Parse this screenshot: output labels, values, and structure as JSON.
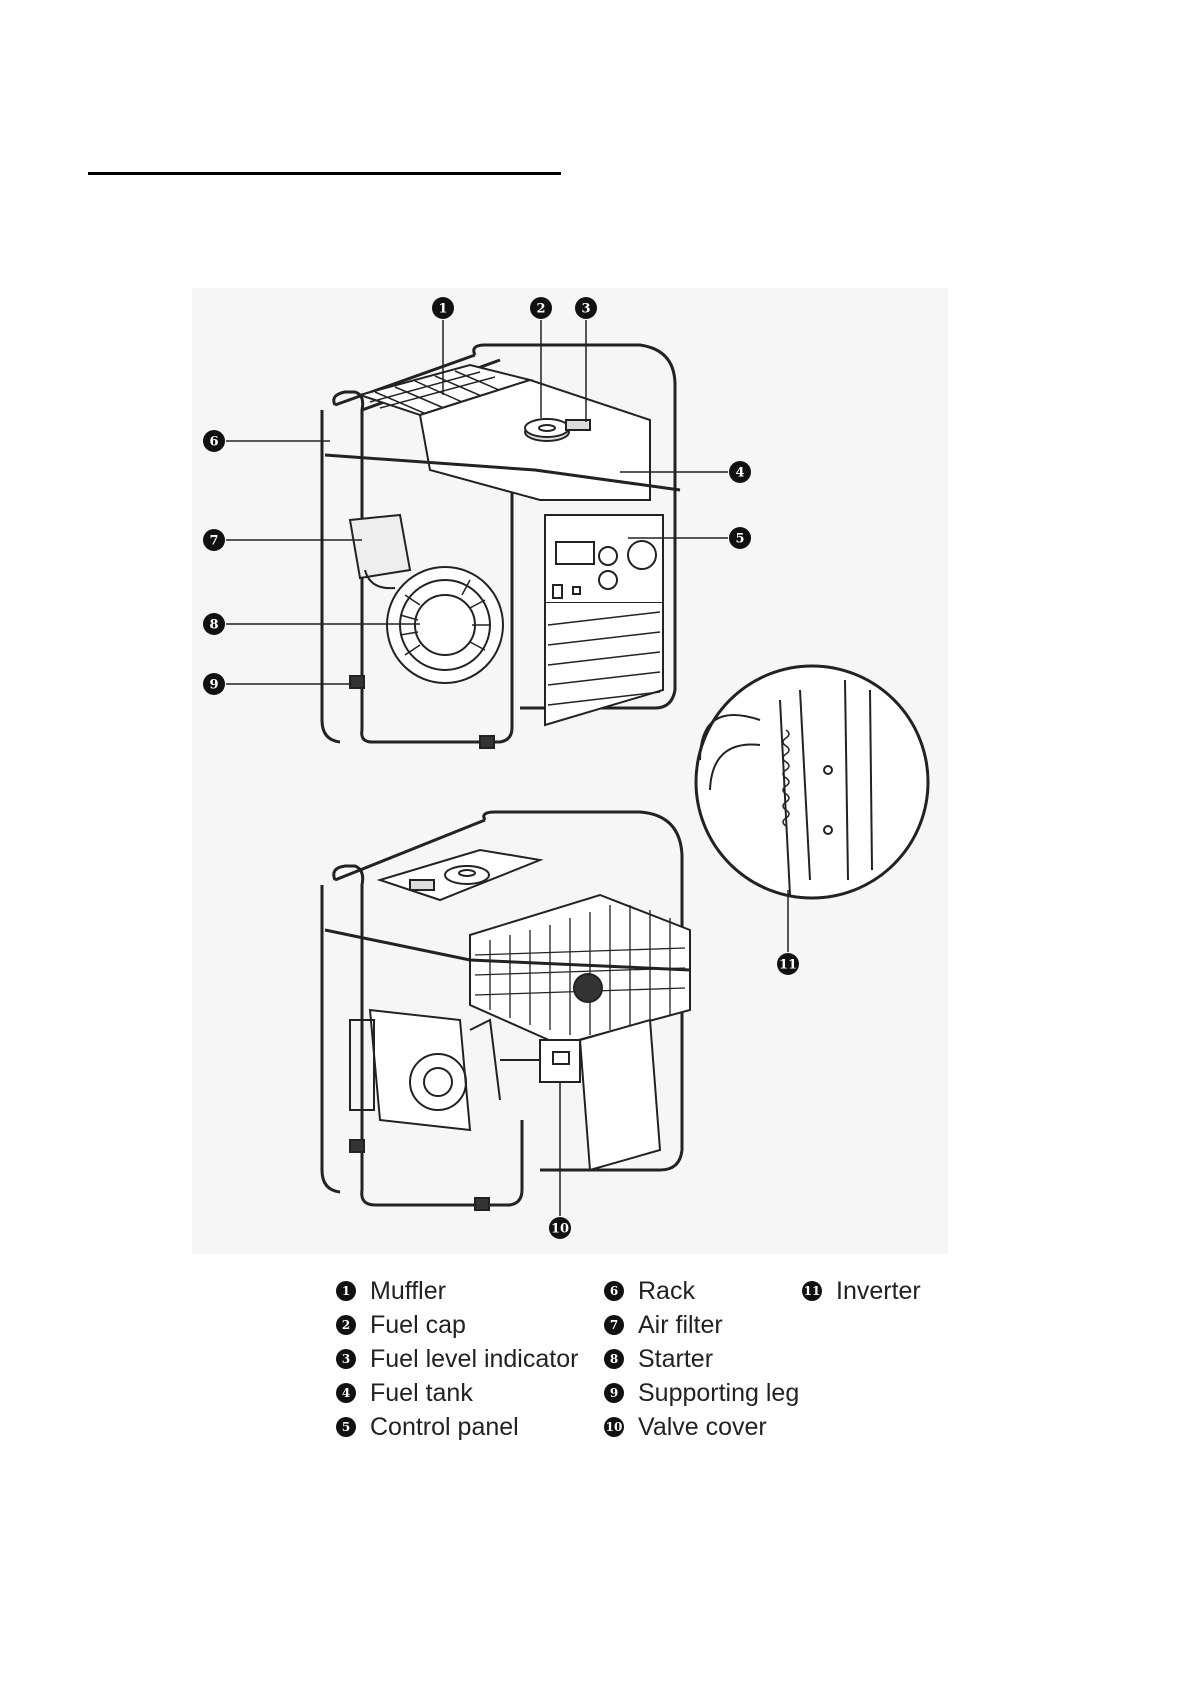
{
  "callouts": [
    {
      "num": "1",
      "label": "Muffler"
    },
    {
      "num": "2",
      "label": "Fuel cap"
    },
    {
      "num": "3",
      "label": "Fuel level indicator"
    },
    {
      "num": "4",
      "label": "Fuel tank"
    },
    {
      "num": "5",
      "label": "Control panel"
    },
    {
      "num": "6",
      "label": "Rack"
    },
    {
      "num": "7",
      "label": "Air filter"
    },
    {
      "num": "8",
      "label": "Starter"
    },
    {
      "num": "9",
      "label": "Supporting leg"
    },
    {
      "num": "10",
      "label": "Valve cover"
    },
    {
      "num": "11",
      "label": "Inverter"
    }
  ]
}
